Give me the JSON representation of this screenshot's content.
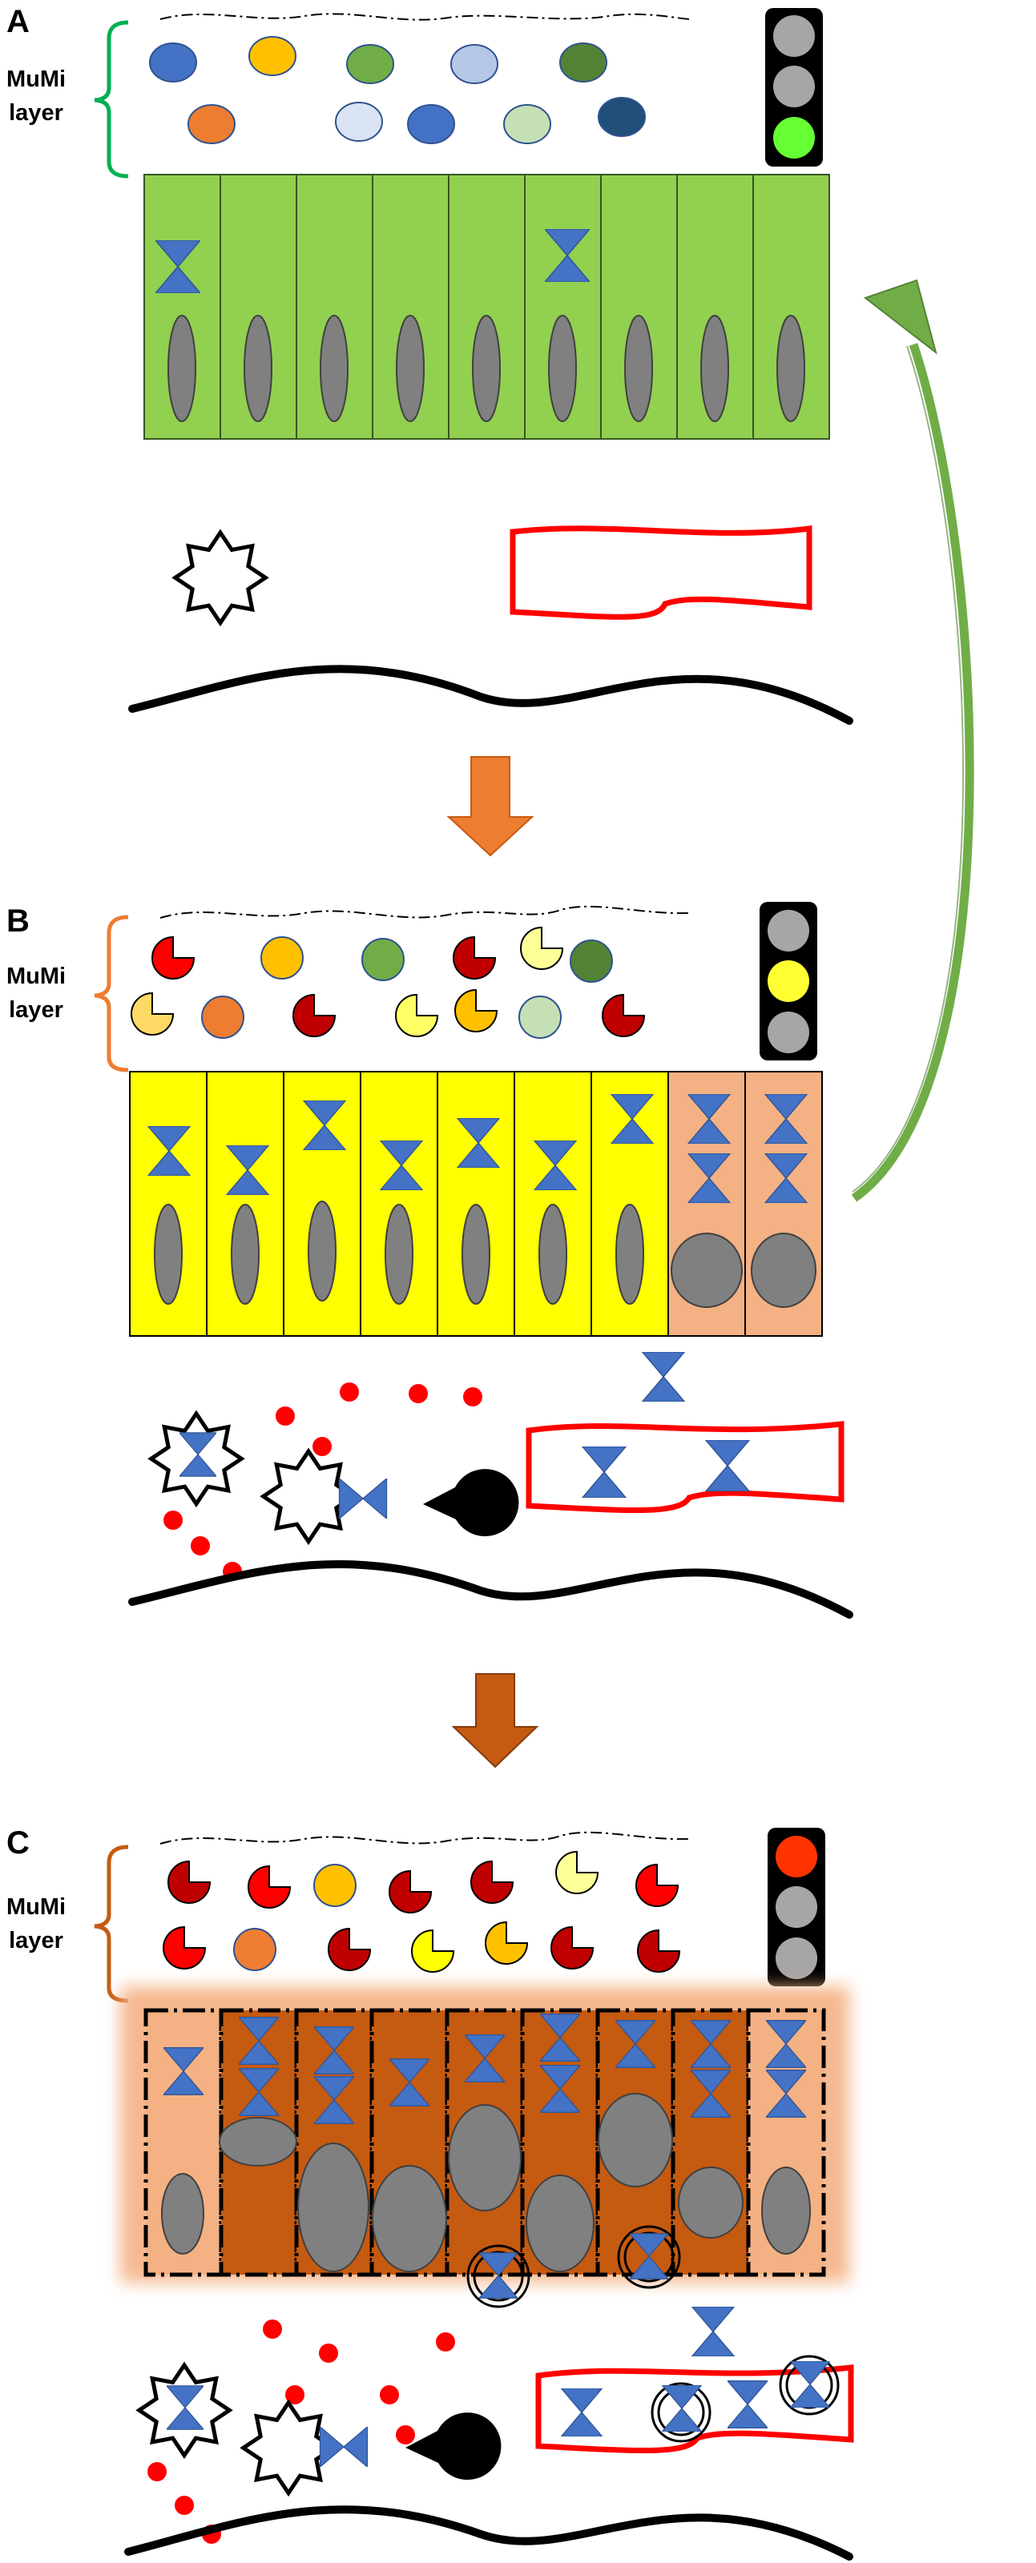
{
  "panels": [
    {
      "id": "A",
      "letter": "A",
      "layer_label_line1": "MuMi",
      "layer_label_line2": "layer",
      "traffic_light_active": "green",
      "state_color": "#92d050"
    },
    {
      "id": "B",
      "letter": "B",
      "layer_label_line1": "MuMi",
      "layer_label_line2": "layer",
      "traffic_light_active": "yellow",
      "state_color": "#ffff00"
    },
    {
      "id": "C",
      "letter": "C",
      "layer_label_line1": "MuMi",
      "layer_label_line2": "layer",
      "traffic_light_active": "red",
      "state_color": "#c55a11"
    }
  ],
  "colors": {
    "healthy_cell": "#92d050",
    "stressed_cell": "#ffff00",
    "damaged_cell": "#f4b183",
    "inflamed_cell": "#c55a11",
    "junction_protein": "#4472c4",
    "nucleus": "#808080",
    "vessel": "#ff0000",
    "red_particle": "#ff0000",
    "light_green": "#66ff33",
    "light_yellow": "#ffff33",
    "light_red": "#ff3300",
    "light_off": "#a6a6a6",
    "arrow_down_1": "#ed7d31",
    "arrow_down_2": "#c55a11",
    "arrow_back": "#70ad47",
    "bracket_a": "#00b050",
    "bracket_b": "#ed7d31",
    "bracket_c": "#c55a11"
  },
  "icons": [
    "traffic-light-icon",
    "star-icon",
    "pacman-icon",
    "hourglass-junction-icon",
    "nucleus-icon",
    "blood-vessel-icon"
  ]
}
